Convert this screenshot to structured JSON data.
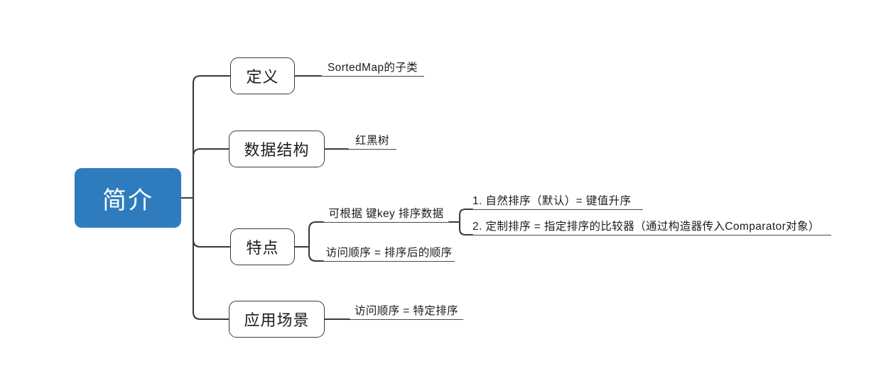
{
  "map": {
    "root": {
      "label": "简介"
    },
    "branches": [
      {
        "label": "定义",
        "leaves": [
          {
            "label": "SortedMap的子类",
            "children": []
          }
        ]
      },
      {
        "label": "数据结构",
        "leaves": [
          {
            "label": "红黑树",
            "children": []
          }
        ]
      },
      {
        "label": "特点",
        "leaves": [
          {
            "label": "可根据 键key 排序数据",
            "children": [
              {
                "label": "1. 自然排序（默认）= 键值升序"
              },
              {
                "label": "2. 定制排序 = 指定排序的比较器（通过构造器传入Comparator对象）"
              }
            ]
          },
          {
            "label": "访问顺序 = 排序后的顺序",
            "children": []
          }
        ]
      },
      {
        "label": "应用场景",
        "leaves": [
          {
            "label": "访问顺序 = 特定排序",
            "children": []
          }
        ]
      }
    ],
    "colors": {
      "root_fill": "#2E7CBE",
      "root_text": "#FFFFFF",
      "node_border": "#3A3A3A",
      "node_fill": "#FFFFFF",
      "node_text": "#1C1C1C",
      "wire": "#3A3A3A",
      "underline": "#4A4A4A",
      "background": "#FFFFFF"
    }
  }
}
